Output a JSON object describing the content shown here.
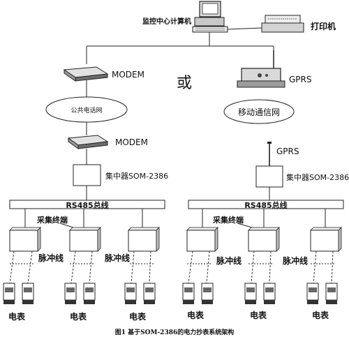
{
  "top": {
    "computer_label": "监控中心计算机",
    "printer_label": "打印机"
  },
  "left_link": {
    "modem_top_label": "MODEM",
    "network_label": "公共电话网",
    "modem_bottom_label": "MODEM",
    "concentrator_label": "集中器SOM-2386"
  },
  "or_label": "或",
  "right_link": {
    "gprs_top_label": "GPRS",
    "network_label": "移动通信网",
    "gprs_bottom_label": "GPRS",
    "concentrator_label": "集中器SOM-2386"
  },
  "left_bus": {
    "bus_label": "RS485总线",
    "terminal_label": "采集终端",
    "pulse_labels": [
      "脉冲线",
      "脉冲线"
    ],
    "meter_labels": [
      "电表",
      "电表",
      "电表"
    ]
  },
  "right_bus": {
    "bus_label": "RS485总线",
    "terminal_label": "采集终端",
    "pulse_labels": [
      "脉冲线",
      "脉冲线"
    ],
    "meter_labels": [
      "电表",
      "电表",
      "电表"
    ]
  },
  "caption": "图1 基于SOM-2386的电力抄表系统架构"
}
